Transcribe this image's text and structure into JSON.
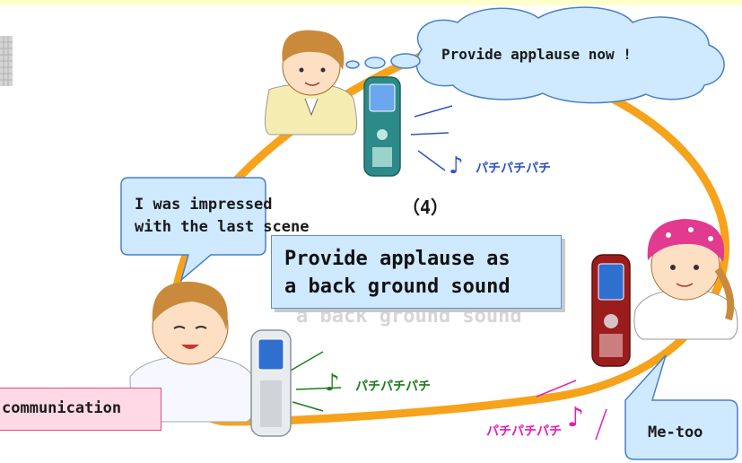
{
  "labels": {
    "cloud_callout": "Provide applause now !",
    "left_callout_line1": "I was impressed",
    "left_callout_line2": "with the last scene",
    "step_number": "（4）",
    "center_box_line1": "Provide applause as",
    "center_box_line2": "a back ground sound",
    "center_box_shadow_text": "a back ground sound",
    "bottom_left_tag": "communication",
    "right_callout": "Me-too",
    "sound_top": "パチパチパチ",
    "sound_middle": "パチパチパチ",
    "sound_bottom": "パチパチパチ",
    "note_symbol": "♪"
  },
  "colors": {
    "loop": "#f7a21b",
    "sound_top": "#2f54c6",
    "sound_middle": "#1d7c1d",
    "sound_bottom": "#e61eb4",
    "callout_fill": "#cfe9ff",
    "callout_stroke": "#4b7fc8",
    "pink_fill": "#ffd9e6",
    "pink_stroke": "#e64d7a"
  },
  "icons": [
    "boy-avatar-icon",
    "girl-avatar-icon",
    "woman-avatar-icon",
    "mobile-phone-icon",
    "music-note-icon"
  ]
}
